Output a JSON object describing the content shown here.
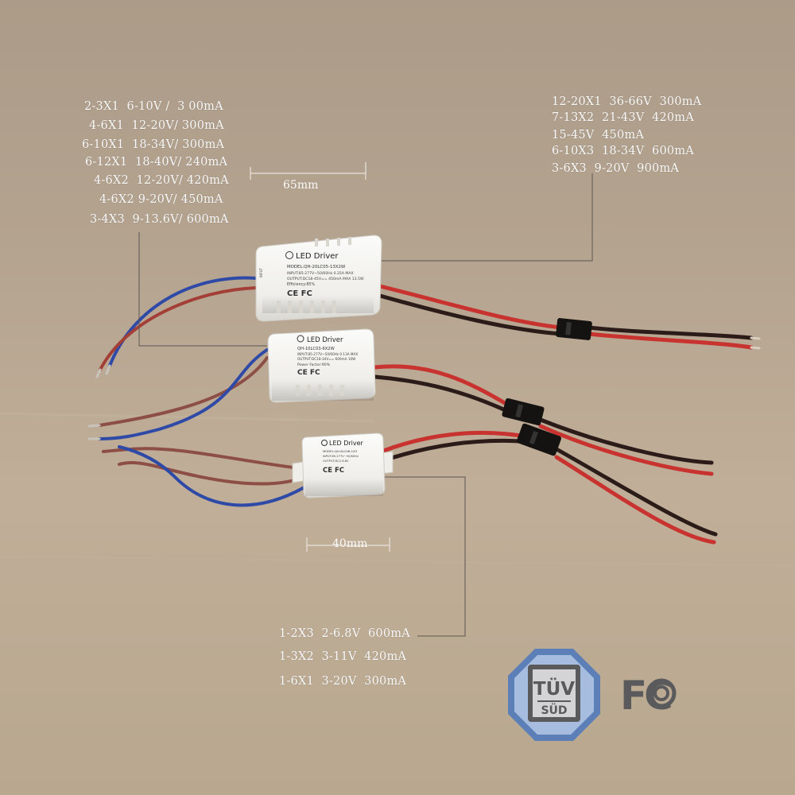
{
  "spec_left": [
    "2-3X1  6-10V /  3 00mA",
    "4-6X1  12-20V/ 300mA",
    "6-10X1  18-34V/ 300mA",
    "6-12X1  18-40V/ 240mA",
    "4-6X2  12-20V/ 420mA",
    "4-6X2 9-20V/ 450mA",
    "3-4X3  9-13.6V/ 600mA"
  ],
  "spec_right": [
    "12-20X1  36-66V  300mA",
    "7-13X2  21-43V  420mA",
    "15-45V  450mA",
    "6-10X3  18-34V  600mA",
    "3-6X3  9-20V  900mA"
  ],
  "spec_bottom": [
    "1-2X3  2-6.8V  600mA",
    "1-3X2  3-11V  420mA",
    "1-6X1  3-20V  300mA"
  ],
  "dimension_large": "65mm",
  "dimension_small": "40mm",
  "driver_large": {
    "title": "LED Driver",
    "model": "MODEL:QH-20LC05-13X2W",
    "input": "INPUT:85-277V~50/60Hz 0.25A MAX",
    "output": "OUTPUT:DC18-45V== 450mA MAX 13.5W",
    "efficiency": "Efficiency:85%"
  },
  "driver_medium": {
    "title": "LED Driver",
    "model": "QH-10LC03-6X2W",
    "input": "INPUT:85-277V~50/60Hz 0.13A MAX",
    "output": "OUTPUT:DC18-34V== 600mA 10W",
    "power_factor": "Power Factor:90%"
  },
  "driver_small": {
    "title": "LED Driver",
    "model": "MODEL:QH-6LC06-1X3",
    "input": "INPUT:85-277V~50/60Hz",
    "output": "OUTPUT:DC2-6.8V"
  },
  "cert_marks": "CE FC",
  "logos": {
    "tuv_top": "TÜV",
    "tuv_bottom": "SÜD",
    "fcc": "FC"
  },
  "colors": {
    "wire_red": "#c8322f",
    "wire_black": "#2b1c19",
    "wire_blue": "#2f4aa6",
    "wire_brown": "#8d4e45",
    "driver_body": "#f4f3ef",
    "tuv_blue": "#5c7fb8"
  }
}
